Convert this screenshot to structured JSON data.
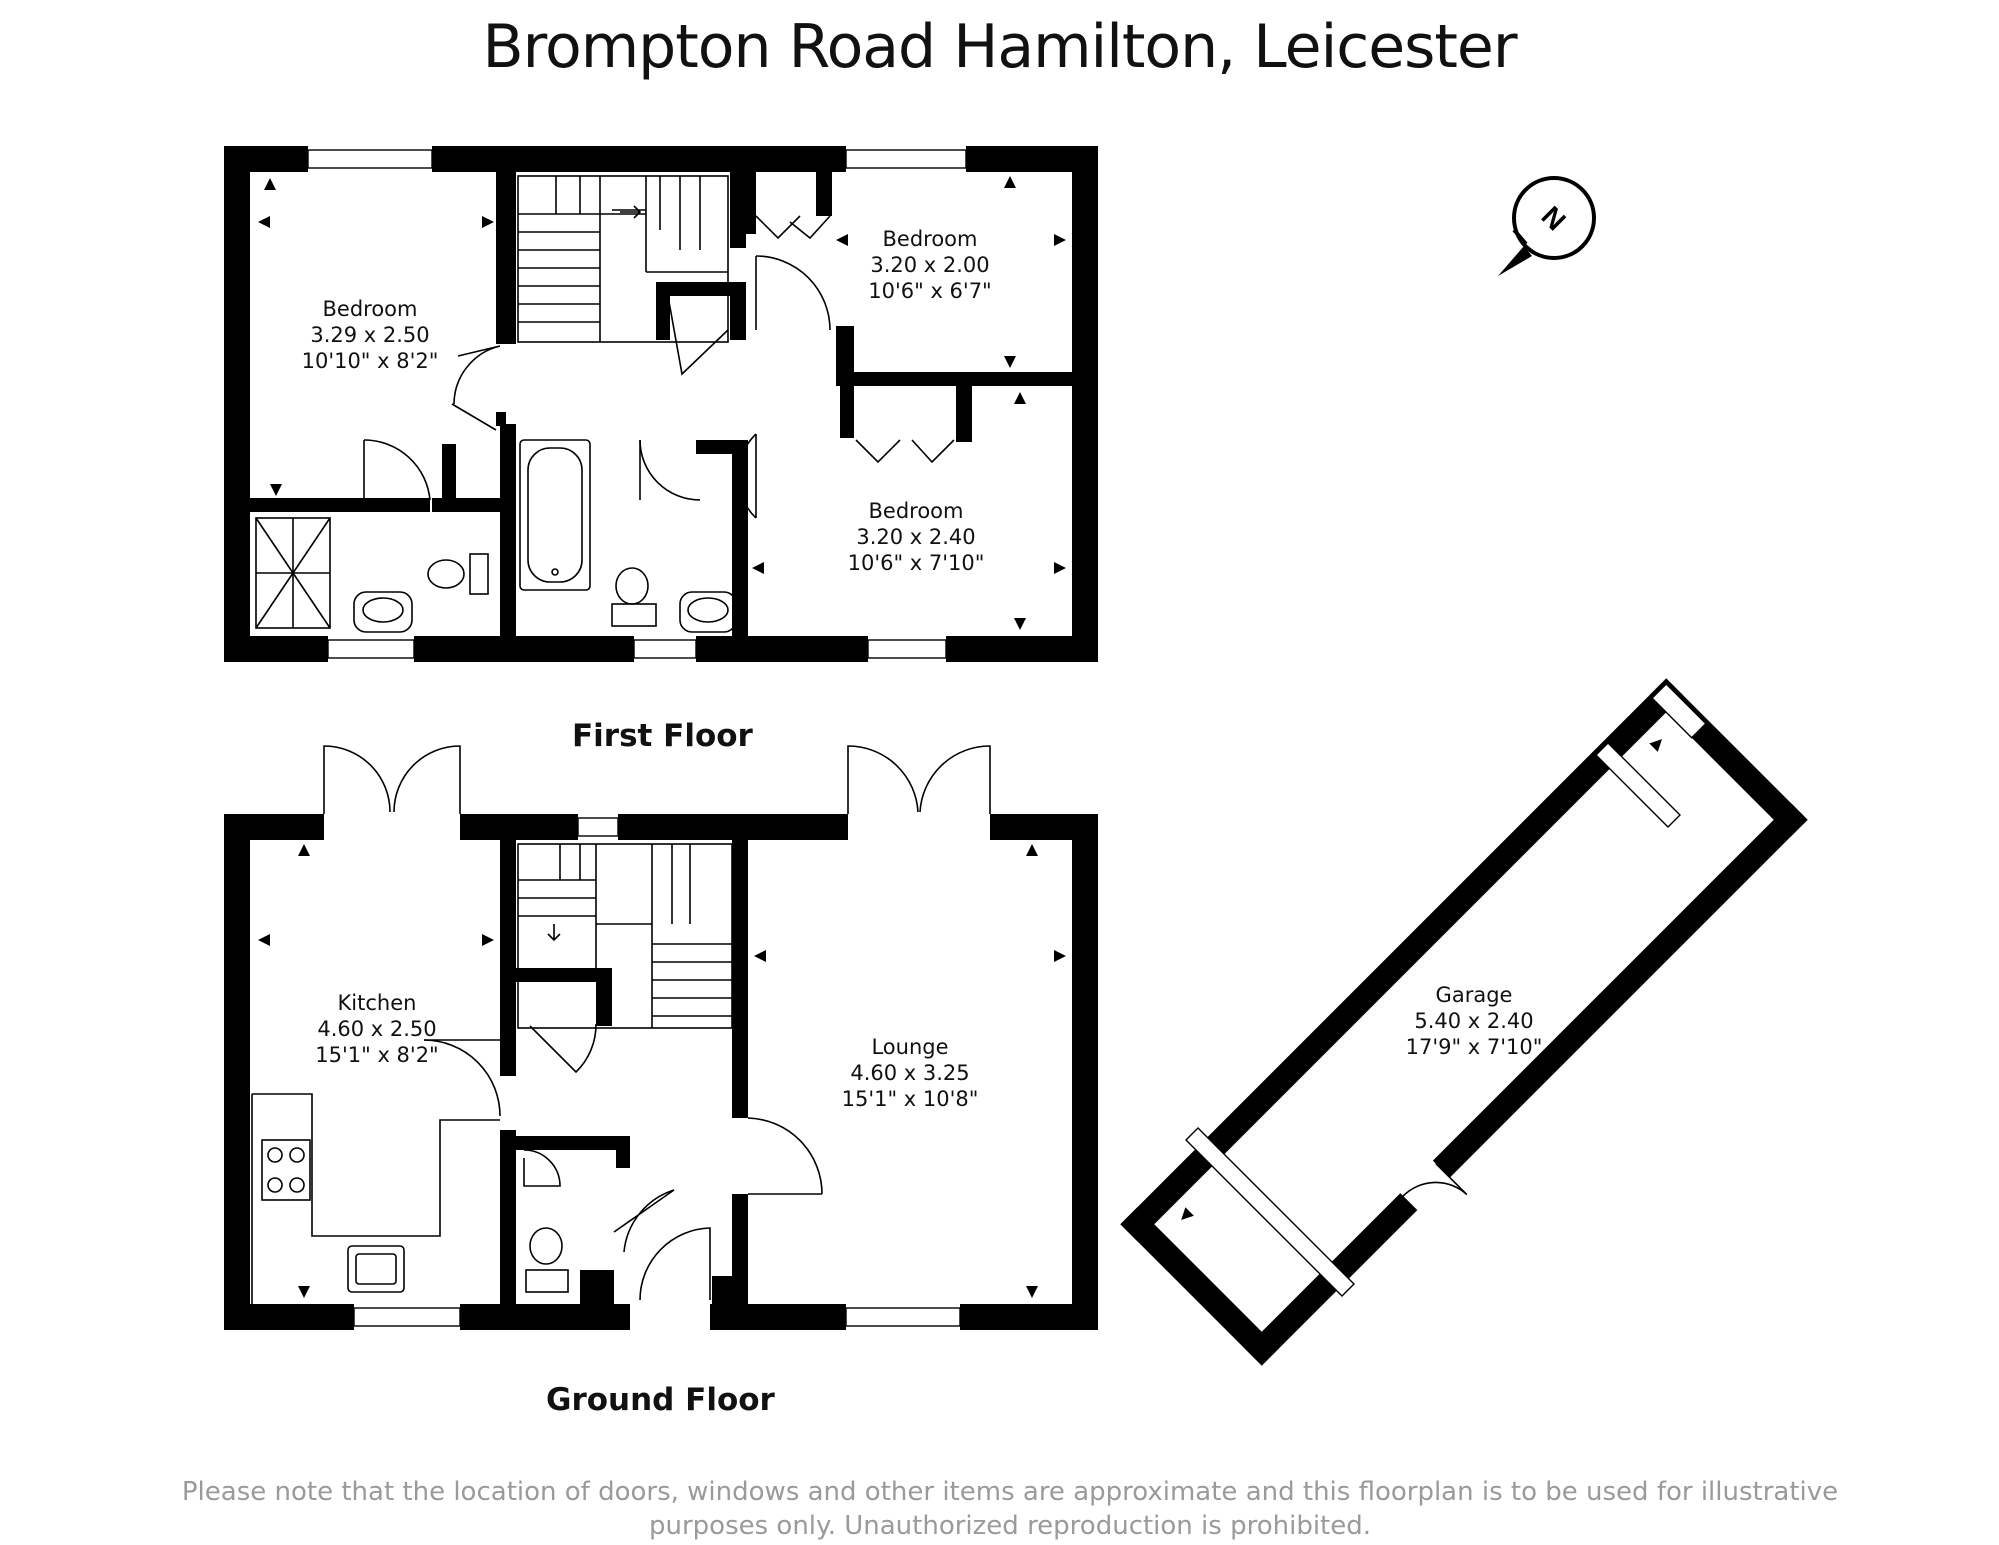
{
  "title": "Brompton Road Hamilton, Leicester",
  "floors": {
    "first": {
      "label": "First Floor"
    },
    "ground": {
      "label": "Ground Floor"
    }
  },
  "rooms": {
    "bedroom_left": {
      "name": "Bedroom",
      "metric": "3.29 x 2.50",
      "imperial": "10'10\" x 8'2\""
    },
    "bedroom_top_right": {
      "name": "Bedroom",
      "metric": "3.20 x 2.00",
      "imperial": "10'6\" x 6'7\""
    },
    "bedroom_bottom_right": {
      "name": "Bedroom",
      "metric": "3.20 x 2.40",
      "imperial": "10'6\" x 7'10\""
    },
    "kitchen": {
      "name": "Kitchen",
      "metric": "4.60 x 2.50",
      "imperial": "15'1\" x 8'2\""
    },
    "lounge": {
      "name": "Lounge",
      "metric": "4.60 x 3.25",
      "imperial": "15'1\" x 10'8\""
    },
    "garage": {
      "name": "Garage",
      "metric": "5.40 x 2.40",
      "imperial": "17'9\" x 7'10\""
    }
  },
  "compass": {
    "letter": "N",
    "icon": "north-arrow-icon"
  },
  "disclaimer": {
    "line1": "Please note that the location of doors, windows and other items are approximate and this floorplan is to be used for illustrative",
    "line2": "purposes only. Unauthorized reproduction is prohibited."
  }
}
